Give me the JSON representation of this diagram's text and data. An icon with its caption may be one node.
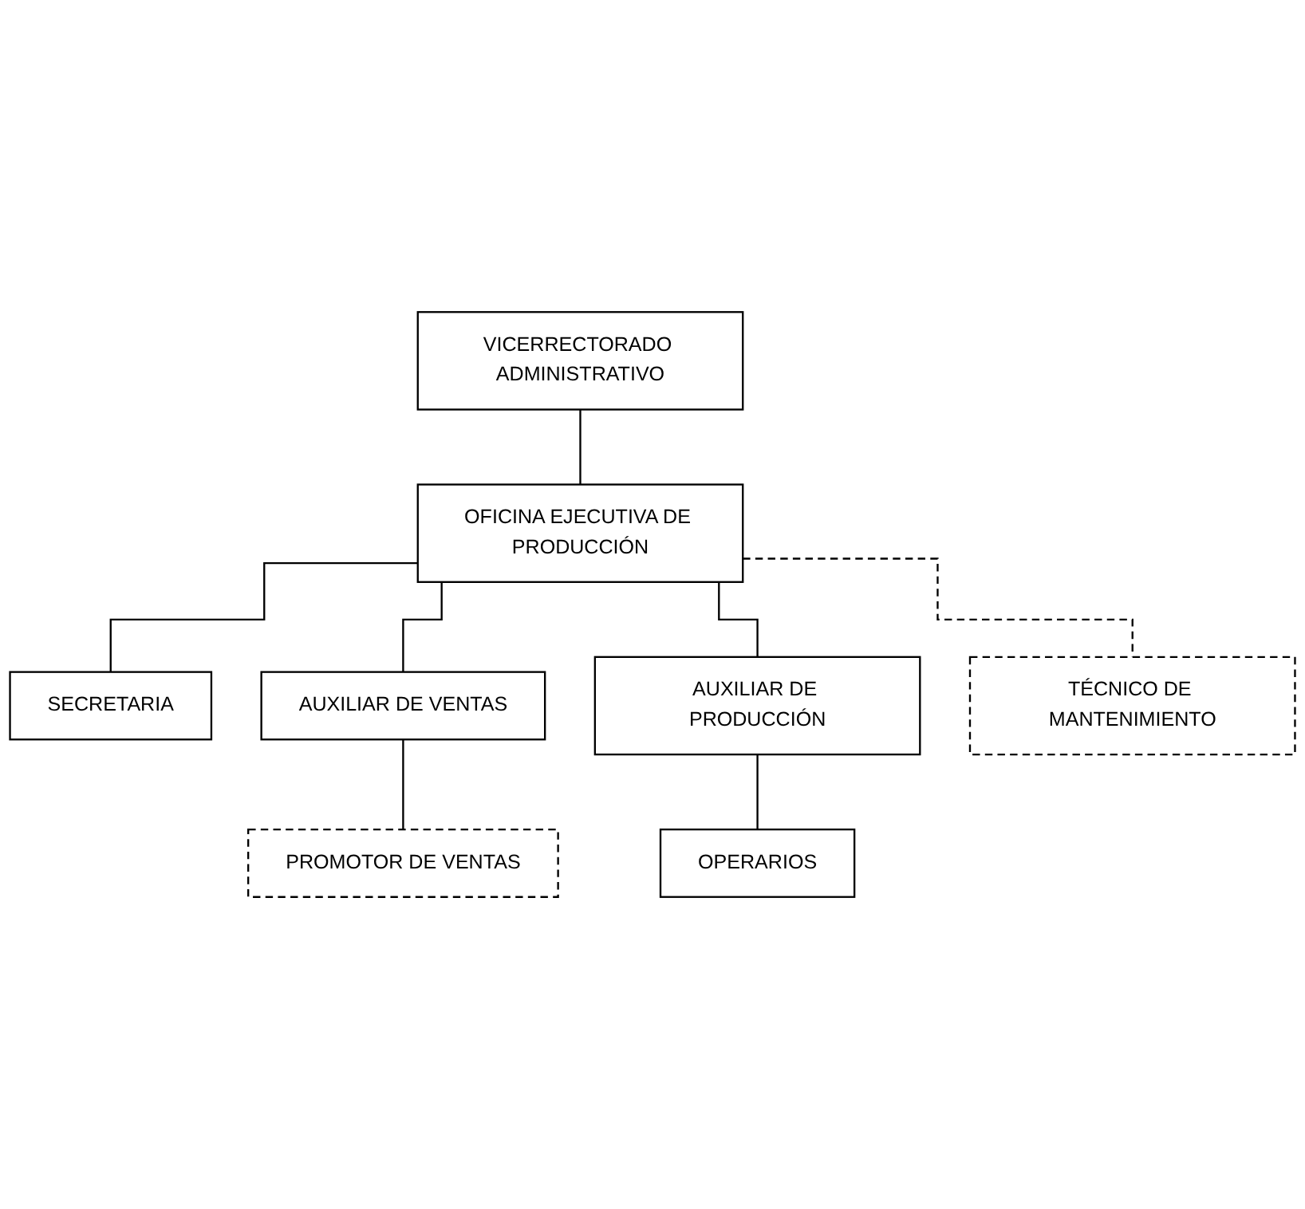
{
  "diagram": {
    "nodes": [
      {
        "text": [
          "VICERRECTORADO ADMINISTRATIVO"
        ]
      },
      {
        "text": [
          "OFICINA EJECUTIVA DE PRODUCCIÓN"
        ]
      },
      {
        "text": [
          "SECRETARIA"
        ]
      },
      {
        "text": [
          "AUXILIAR DE VENTAS"
        ]
      },
      {
        "text": [
          "AUXILIAR DE PRODUCCIÓN"
        ]
      },
      {
        "text": [
          "TÉCNICO DE MANTENIMIENTO"
        ]
      },
      {
        "text": [
          "PROMOTOR DE VENTAS"
        ]
      },
      {
        "text": [
          "OPERARIOS"
        ]
      }
    ],
    "edges": [
      {
        "from": 0,
        "to": 1,
        "arrow": "none"
      },
      {
        "from": 1,
        "to": 2,
        "arrow": "none"
      },
      {
        "from": 1,
        "to": 3,
        "arrow": "none"
      },
      {
        "from": 1,
        "to": 4,
        "arrow": "none"
      },
      {
        "from": 1,
        "to": 5,
        "arrow": "none",
        "style": "dashed"
      },
      {
        "from": 3,
        "to": 6,
        "arrow": "none"
      },
      {
        "from": 4,
        "to": 7,
        "arrow": "none"
      }
    ]
  }
}
